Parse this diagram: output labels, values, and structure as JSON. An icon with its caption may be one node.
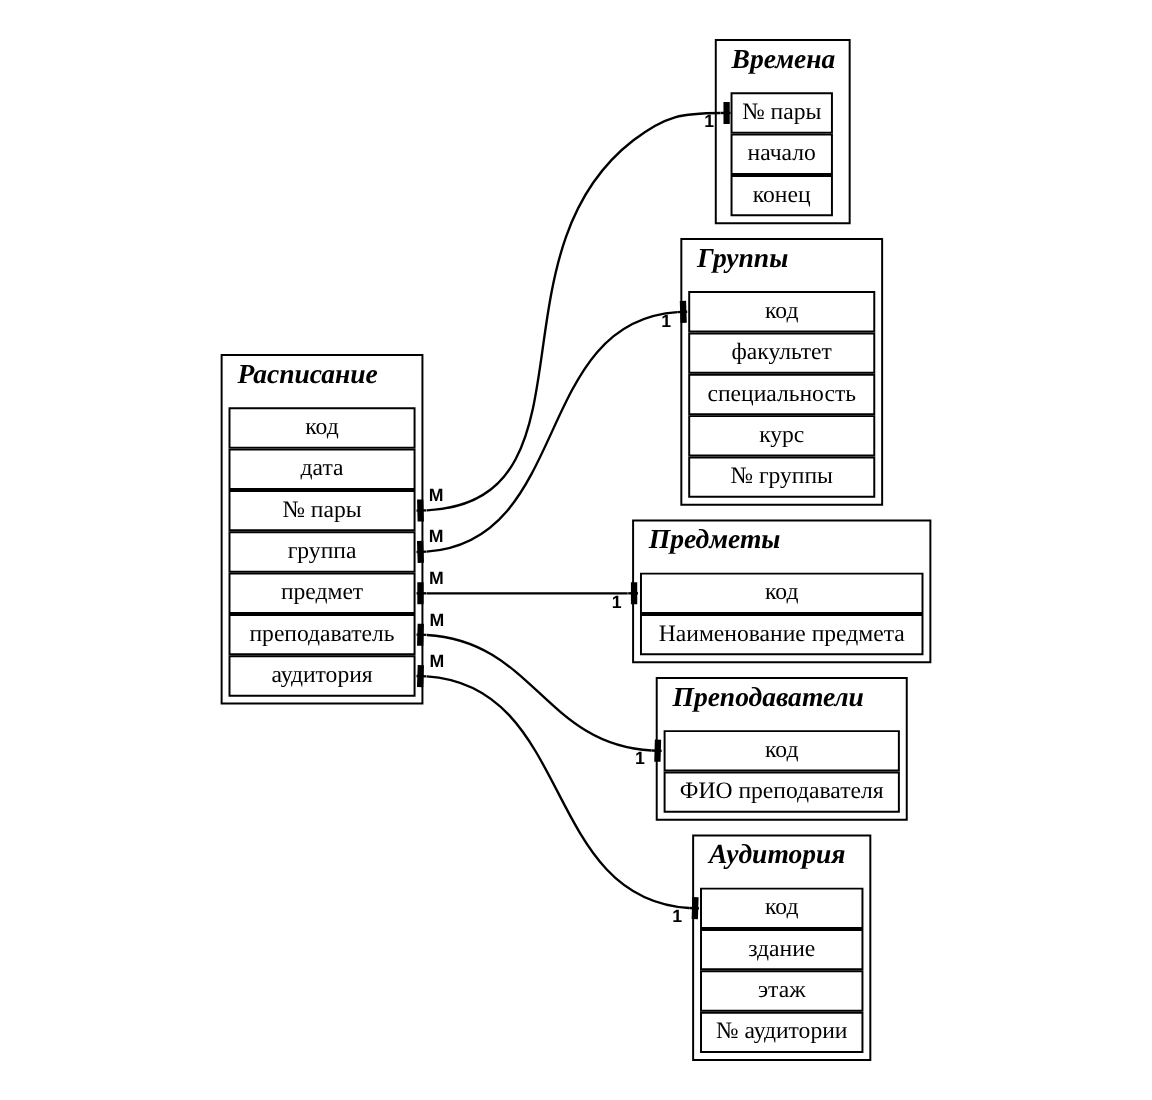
{
  "diagram": {
    "nodes": [
      {
        "text": [
          "Расписание"
        ]
      },
      {
        "text": [
          "код"
        ],
        "in": 0
      },
      {
        "text": [
          "дата"
        ],
        "in": 0
      },
      {
        "text": [
          "№ пары"
        ],
        "in": 0
      },
      {
        "text": [
          "группа"
        ],
        "in": 0
      },
      {
        "text": [
          "предмет"
        ],
        "in": 0
      },
      {
        "text": [
          "преподаватель"
        ],
        "in": 0
      },
      {
        "text": [
          "аудитория"
        ],
        "in": 0
      },
      {
        "text": [
          "Времена"
        ]
      },
      {
        "text": [
          "№ пары"
        ],
        "in": 8
      },
      {
        "text": [
          "начало"
        ],
        "in": 8
      },
      {
        "text": [
          "конец"
        ],
        "in": 8
      },
      {
        "text": [
          "Группы"
        ]
      },
      {
        "text": [
          "код"
        ],
        "in": 12
      },
      {
        "text": [
          "факультет"
        ],
        "in": 12
      },
      {
        "text": [
          "специальность"
        ],
        "in": 12
      },
      {
        "text": [
          "курс"
        ],
        "in": 12
      },
      {
        "text": [
          "№ группы"
        ],
        "in": 12
      },
      {
        "text": [
          "Предметы"
        ]
      },
      {
        "text": [
          "код"
        ],
        "in": 18
      },
      {
        "text": [
          "Наименование предмета"
        ],
        "in": 18
      },
      {
        "text": [
          "Преподаватели"
        ]
      },
      {
        "text": [
          "код"
        ],
        "in": 21
      },
      {
        "text": [
          "ФИО преподавателя"
        ],
        "in": 21
      },
      {
        "text": [
          "Аудитория"
        ]
      },
      {
        "text": [
          "код"
        ],
        "in": 24
      },
      {
        "text": [
          "здание"
        ],
        "in": 24
      },
      {
        "text": [
          "этаж"
        ],
        "in": 24
      },
      {
        "text": [
          "№ аудитории"
        ],
        "in": 24
      }
    ],
    "edges": [
      {
        "from": 3,
        "to": 9,
        "arrow": "other"
      },
      {
        "from": 4,
        "to": 13,
        "arrow": "other"
      },
      {
        "from": 5,
        "to": 19,
        "arrow": "other"
      },
      {
        "from": 6,
        "to": 22,
        "arrow": "other"
      },
      {
        "from": 7,
        "to": 25,
        "arrow": "other"
      }
    ],
    "labels": [
      "M",
      "1",
      "M",
      "1",
      "M",
      "1",
      "M",
      "1",
      "M",
      "1"
    ]
  }
}
